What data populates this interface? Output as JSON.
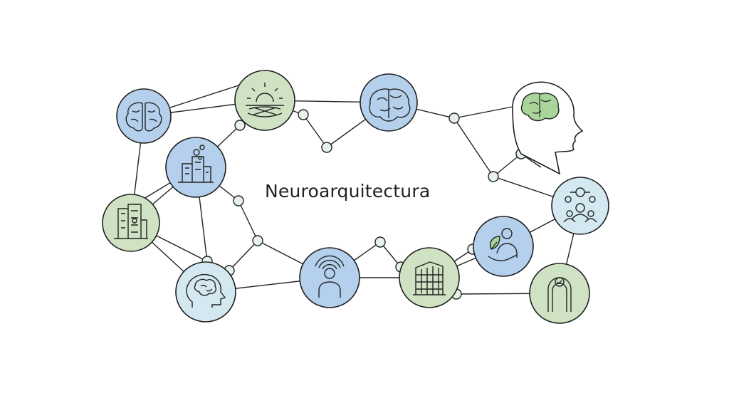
{
  "diagram": {
    "title": "Neuroarquitectura",
    "colors": {
      "blue": "#b4d0ec",
      "green": "#cfe3c4",
      "light_blue": "#d3e8f0",
      "stroke": "#1f1f1f",
      "connector_node": "#e5f2ea",
      "icon_green": "#a9d49a"
    },
    "nodes": [
      {
        "id": "brain-top-left",
        "icon": "brain-icon",
        "color": "blue"
      },
      {
        "id": "landscape",
        "icon": "sunrise-landscape-icon",
        "color": "green"
      },
      {
        "id": "brain-top-center",
        "icon": "brain-icon",
        "color": "blue"
      },
      {
        "id": "head-profile",
        "icon": "head-brain-icon",
        "color": "none"
      },
      {
        "id": "city-buildings",
        "icon": "city-buildings-icon",
        "color": "blue"
      },
      {
        "id": "tower-building",
        "icon": "office-building-icon",
        "color": "green"
      },
      {
        "id": "group",
        "icon": "people-network-icon",
        "color": "light_blue"
      },
      {
        "id": "mind-head",
        "icon": "head-brain-icon",
        "color": "light_blue"
      },
      {
        "id": "person-signal",
        "icon": "person-signal-icon",
        "color": "blue"
      },
      {
        "id": "building-facade",
        "icon": "building-facade-icon",
        "color": "green"
      },
      {
        "id": "person-leaf",
        "icon": "person-leaf-icon",
        "color": "blue"
      },
      {
        "id": "arch-check",
        "icon": "archway-check-icon",
        "color": "green"
      }
    ]
  }
}
